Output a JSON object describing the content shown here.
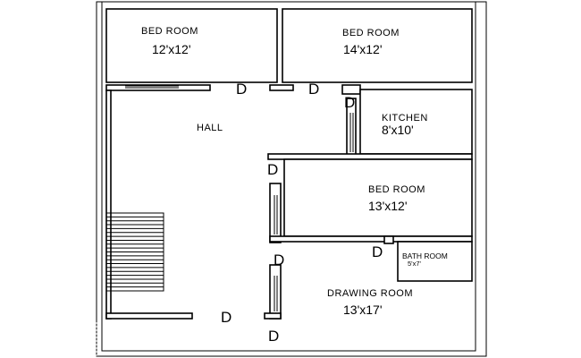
{
  "rooms": {
    "bed1": {
      "name": "BED ROOM",
      "size": "12'x12'"
    },
    "bed2": {
      "name": "BED ROOM",
      "size": "14'x12'"
    },
    "hall": {
      "name": "HALL"
    },
    "kitchen": {
      "name": "KITCHEN",
      "size": "8'x10'"
    },
    "bed3": {
      "name": "BED ROOM",
      "size": "13'x12'"
    },
    "bath": {
      "name": "BATH ROOM",
      "size": "5'x7'"
    },
    "drawing": {
      "name": "DRAWING ROOM",
      "size": "13'x17'"
    }
  },
  "door_label": "D"
}
